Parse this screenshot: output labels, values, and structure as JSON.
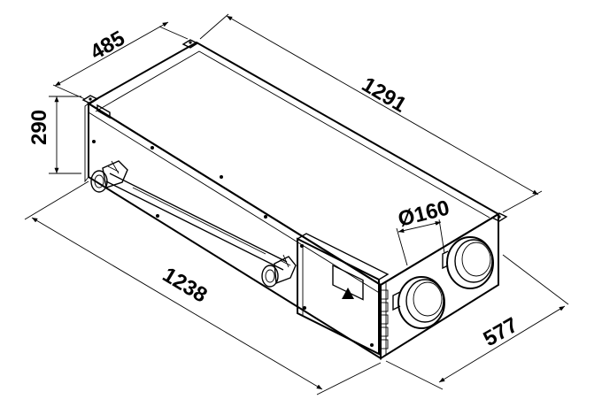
{
  "figure": {
    "dimensions": {
      "width": "485",
      "length": "1291",
      "height": "290",
      "body_length": "1238",
      "depth": "577",
      "duct_diameter": "Ø160"
    }
  }
}
